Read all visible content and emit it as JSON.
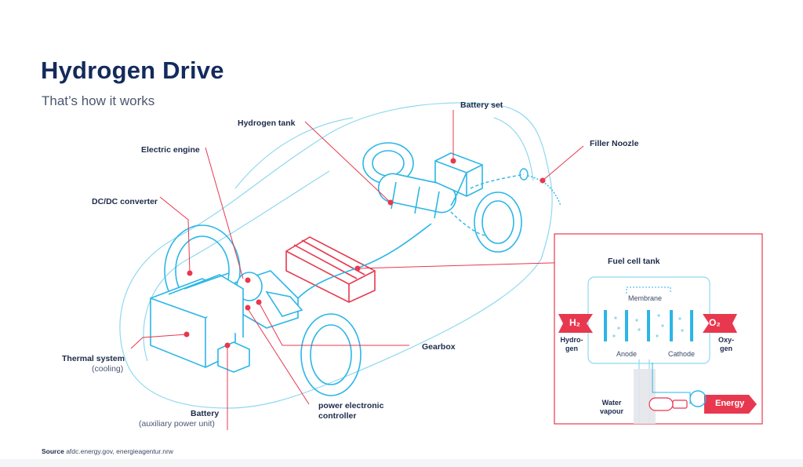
{
  "header": {
    "title": "Hydrogen Drive",
    "subtitle": "That’s how it works"
  },
  "labels": {
    "battery_set": "Battery set",
    "hydrogen_tank": "Hydrogen tank",
    "electric_engine": "Electric engine",
    "filler_noozle": "Filler Noozle",
    "dcdc_converter": "DC/DC converter",
    "fuel_cell_tank": "Fuel cell tank",
    "gearbox": "Gearbox",
    "thermal_system": "Thermal system",
    "thermal_system_sub": "(cooling)",
    "battery": "Battery",
    "battery_sub": "(auxiliary power unit)",
    "power_controller_1": "power electronic",
    "power_controller_2": "controller"
  },
  "fuel_cell": {
    "membrane": "Membrane",
    "h2": "H₂",
    "o2": "O₂",
    "hydrogen_1": "Hydro-",
    "hydrogen_2": "gen",
    "oxygen_1": "Oxy-",
    "oxygen_2": "gen",
    "anode": "Anode",
    "cathode": "Cathode",
    "water_1": "Water",
    "water_2": "vapour",
    "energy": "Energy"
  },
  "source": {
    "label": "Source",
    "text": "afdc.energy.gov, energieagentur.nrw"
  },
  "colors": {
    "navy": "#142a5c",
    "accent_red": "#e8384f",
    "line_blue": "#2bb6e8",
    "outline_blue": "#8fd8ef"
  },
  "icons": [
    "car-outline-icon",
    "wheel-icon",
    "battery-pack-icon",
    "hydrogen-tank-icon",
    "fuel-cell-stack-icon",
    "electric-motor-icon",
    "lightbulb-icon",
    "arrow-right-icon"
  ]
}
